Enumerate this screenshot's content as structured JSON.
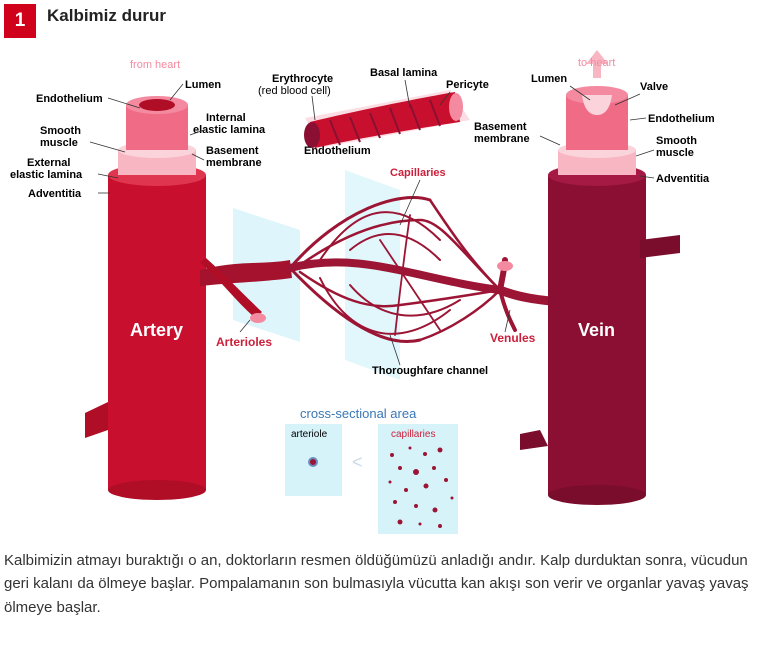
{
  "article": {
    "number": "1",
    "title": "Kalbimiz durur",
    "paragraph": "Kalbimizin atmayı buraktığı o an, doktorların resmen öldüğümüzü anladığı andır. Kalp durduktan sonra, vücudun geri kalanı da ölmeye başlar. Pompalamanın son bulmasıyla vücutta kan akışı son verir ve organlar yavaş yavaş ölmeye başlar."
  },
  "diagram": {
    "colors": {
      "artery": "#c8102e",
      "vein": "#8b0f32",
      "wall_pink": "#f7b6c2",
      "label_red": "#cc1f3a",
      "pane_blue": "#d6f3fa"
    },
    "labels": {
      "from_heart": "from heart",
      "to_heart": "to heart",
      "endothelium_left": "Endothelium",
      "lumen_left": "Lumen",
      "smooth_muscle_left_1": "Smooth",
      "smooth_muscle_left_2": "muscle",
      "internal_elastic_1": "Internal",
      "internal_elastic_2": "elastic lamina",
      "external_elastic_1": "External",
      "external_elastic_2": "elastic lamina",
      "basement_left_1": "Basement",
      "basement_left_2": "membrane",
      "adventitia_left": "Adventitia",
      "erythrocyte_1": "Erythrocyte",
      "erythrocyte_2": "(red blood cell)",
      "basal_lamina": "Basal lamina",
      "pericyte": "Pericyte",
      "endothelium_center": "Endothelium",
      "capillaries": "Capillaries",
      "lumen_right": "Lumen",
      "valve": "Valve",
      "endothelium_right": "Endothelium",
      "basement_right_1": "Basement",
      "basement_right_2": "membrane",
      "smooth_muscle_right_1": "Smooth",
      "smooth_muscle_right_2": "muscle",
      "adventitia_right": "Adventitia",
      "artery": "Artery",
      "vein": "Vein",
      "arterioles": "Arterioles",
      "venules": "Venules",
      "thoroughfare": "Thoroughfare channel",
      "cross_sectional": "cross-sectional area",
      "arteriole": "arteriole",
      "capillaries_small": "capillaries",
      "less_than": "<"
    }
  }
}
